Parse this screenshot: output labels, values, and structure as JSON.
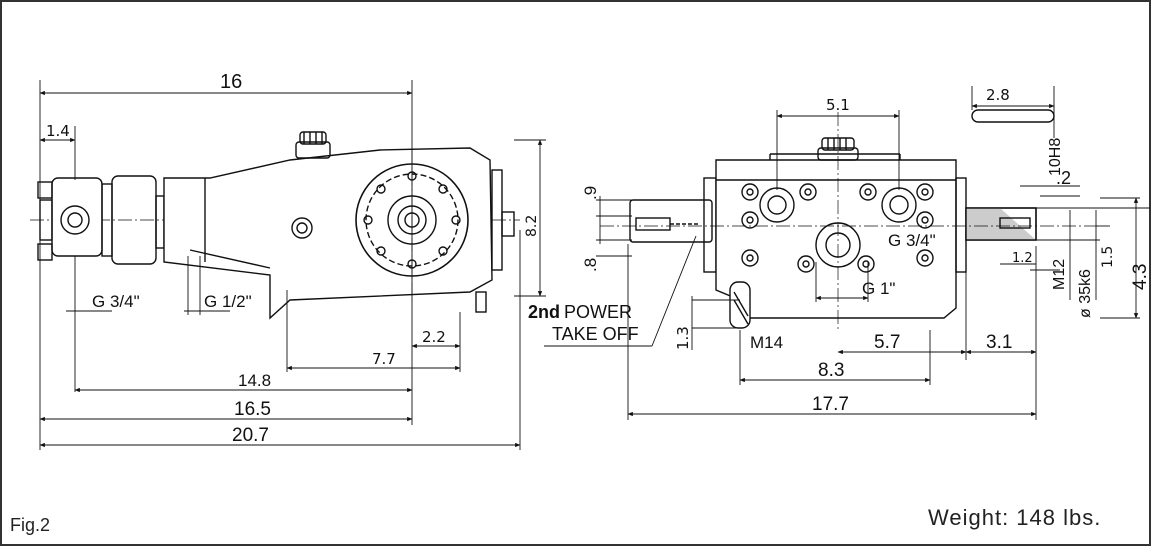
{
  "figure_label": "Fig.2",
  "weight_text": "Weight: 148 lbs.",
  "callout": {
    "bold": "2nd",
    "line1": "POWER",
    "line2": "TAKE OFF"
  },
  "left_view": {
    "dims": {
      "overall_top": "16",
      "head_width": "1.4",
      "height_right": "8.2",
      "port_inlet": "G 3/4\"",
      "port_outlet": "G 1/2\"",
      "d_2_2": "2.2",
      "d_7_7": "7.7",
      "d_14_8": "14.8",
      "d_16_5": "16.5",
      "d_20_7": "20.7"
    }
  },
  "right_view": {
    "dims": {
      "top_5_1": "5.1",
      "key_2_8": "2.8",
      "key_tol": "10H8",
      "key_2": ".2",
      "left_9": ".9",
      "left_8": ".8",
      "port_g34": "G 3/4\"",
      "port_g1": "G 1\"",
      "d_1_3": "1.3",
      "m14": "M14",
      "d_5_7": "5.7",
      "d_3_1": "3.1",
      "d_8_3": "8.3",
      "d_17_7": "17.7",
      "d_1_2": "1.2",
      "m12": "M12",
      "shaft": "ø 35k6",
      "d_1_5": "1.5",
      "d_4_3": "4.3"
    }
  }
}
